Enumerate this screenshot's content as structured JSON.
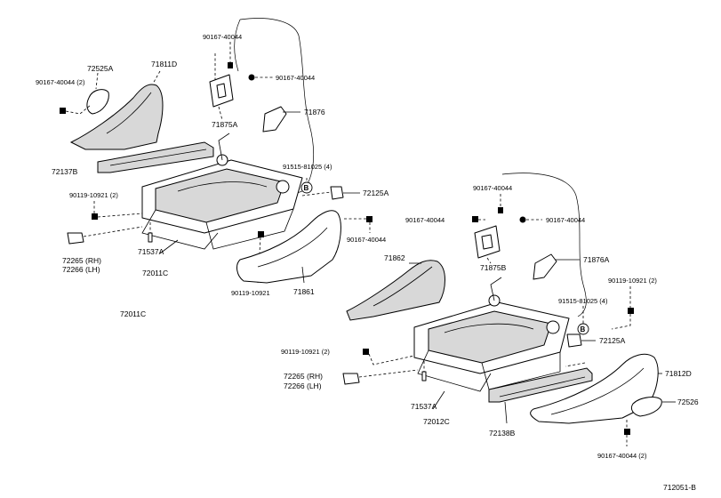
{
  "diagram_id": "712051-B",
  "left_assembly": {
    "label": "72011C",
    "parts": {
      "bolt_top": "90167-40044",
      "bolt_mid": "90167-40044",
      "cover_upper_left": "72525A",
      "bolt_upper_left": "90167-40044 (2)",
      "shield_outer": "71811D",
      "bracket_top": "71875A",
      "bracket_right": "71876",
      "rail_cover": "72137B",
      "bolt_group": "91515-81025 (4)",
      "clip_right": "72125A",
      "bolt_side": "90119-10921 (2)",
      "bolt_right": "90167-40044",
      "hook_rh": "72265 (RH)",
      "hook_lh": "72266 (LH)",
      "spring_pin": "71537A",
      "track": "72011C",
      "bolt_bottom": "90119-10921",
      "side_cover": "71861"
    }
  },
  "right_assembly": {
    "parts": {
      "bolt_top": "90167-40044",
      "bolt_left": "90167-40044",
      "bolt_right": "90167-40044",
      "bracket_top": "71875B",
      "bracket_right": "71876A",
      "shield_outer": "71862",
      "bolt_group": "91515-81025 (4)",
      "bolt_far": "90119-10921 (2)",
      "clip_right": "72125A",
      "bolt_side": "90119-10921 (2)",
      "hook_rh": "72265 (RH)",
      "hook_lh": "72266 (LH)",
      "side_cover": "71812D",
      "spring_pin": "71537A",
      "track": "72012C",
      "cover_end": "72526",
      "rail_cover": "72138B",
      "bolt_bottom": "90167-40044 (2)"
    }
  },
  "circle_marker": "B"
}
